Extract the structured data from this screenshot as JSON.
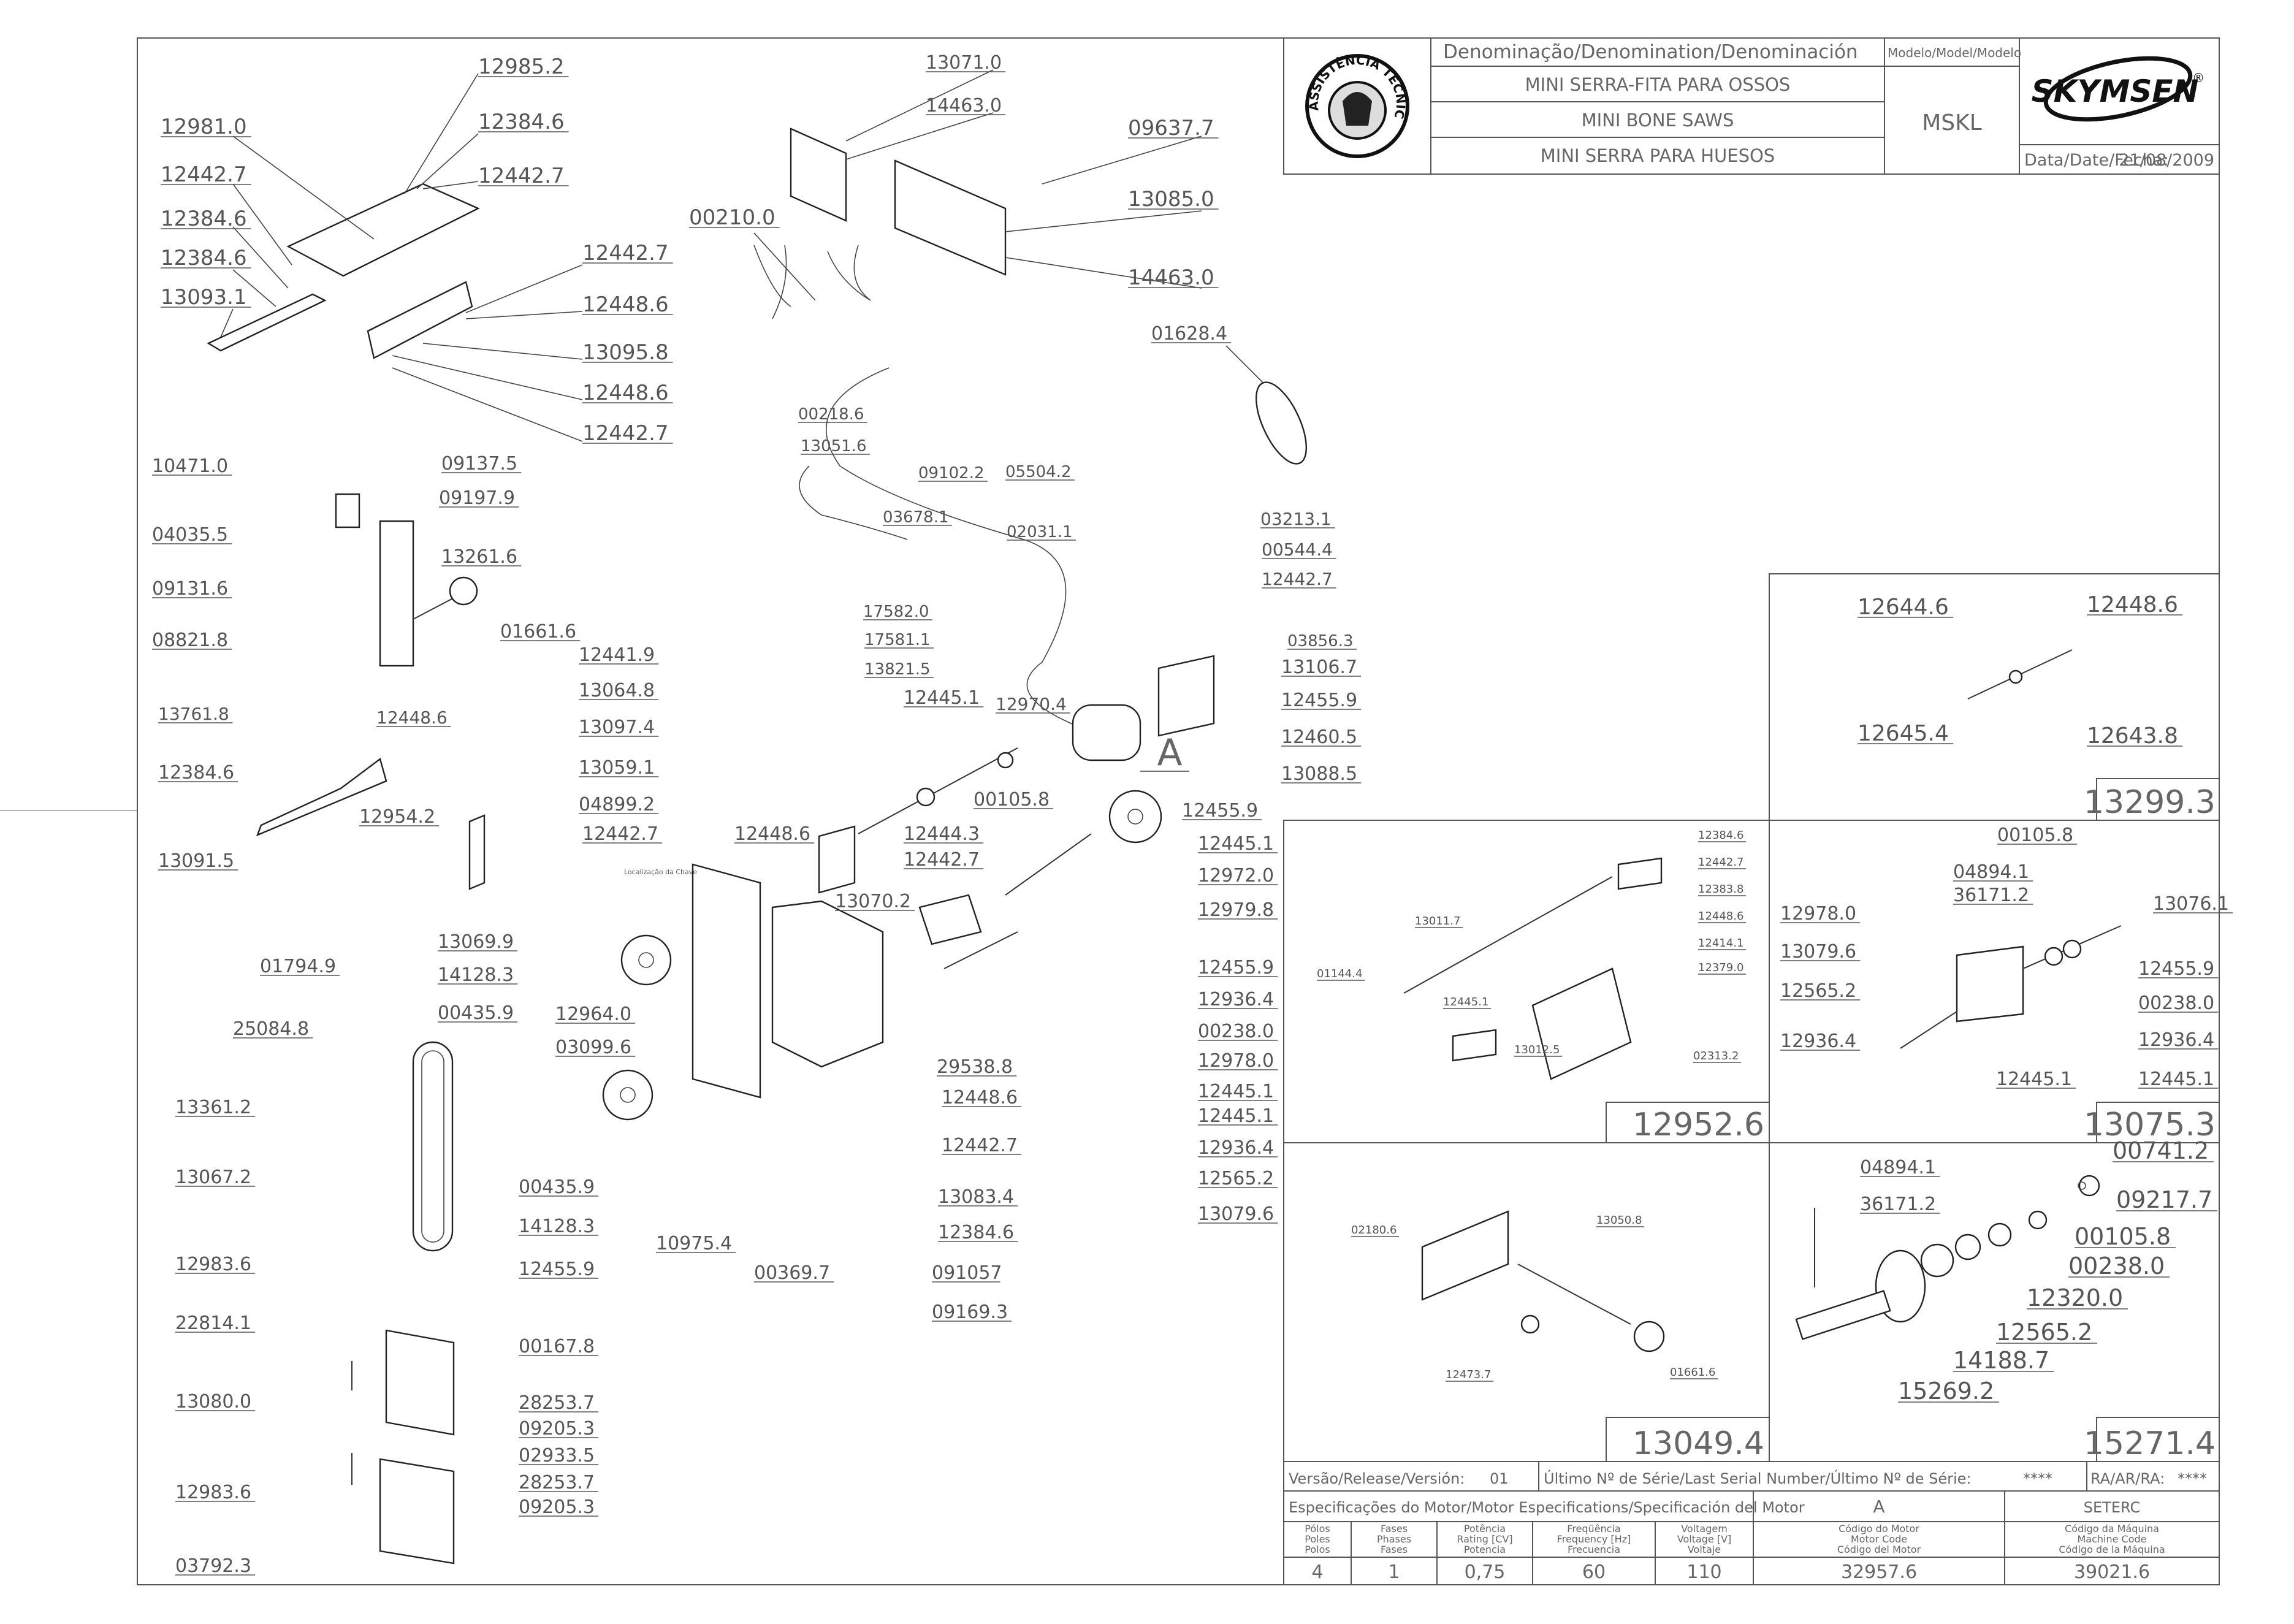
{
  "title_block": {
    "denomination_header": "Denominação/Denomination/Denominación",
    "model_header": "Modelo/Model/Modelo",
    "name_pt": "MINI SERRA-FITA PARA OSSOS",
    "name_en": "MINI BONE SAWS",
    "name_es": "MINI SERRA PARA HUESOS",
    "model": "MSKL",
    "brand": "SKYMSEN",
    "brand_mark": "®",
    "date_label": "Data/Date/Fecha:",
    "date": "21/08/2009",
    "seal_text": "ASSISTÊNCIA TÉCNICA AUTORIZADA"
  },
  "footer": {
    "version_label": "Versão/Release/Versión:",
    "version": "01",
    "last_serial_label": "Último Nº de Série/Last Serial Number/Último Nº de Série:",
    "last_serial": "****",
    "ra_label": "RA/AR/RA:",
    "ra": "****",
    "motor_spec_label": "Especificações do Motor/Motor Especifications/Specificación del Motor",
    "col_a": "A",
    "col_seterc": "SETERC",
    "columns": [
      {
        "h1": "Pólos",
        "h2": "Poles",
        "h3": "Polos",
        "value": "4"
      },
      {
        "h1": "Fases",
        "h2": "Phases",
        "h3": "Fases",
        "value": "1"
      },
      {
        "h1": "Potência",
        "h2": "Rating [CV]",
        "h3": "Potencia",
        "value": "0,75"
      },
      {
        "h1": "Freqüência",
        "h2": "Frequency [Hz]",
        "h3": "Frecuencia",
        "value": "60"
      },
      {
        "h1": "Voltagem",
        "h2": "Voltage [V]",
        "h3": "Voltaje",
        "value": "110"
      },
      {
        "h1": "Código do Motor",
        "h2": "Motor Code",
        "h3": "Código del Motor",
        "value": "32957.6"
      },
      {
        "h1": "Código da Máquina",
        "h2": "Machine Code",
        "h3": "Código de la Máquina",
        "value": "39021.6"
      }
    ]
  },
  "detail_titles": {
    "d13299": "13299.3",
    "d12952": "12952.6",
    "d13075": "13075.3",
    "d13049": "13049.4",
    "d15271": "15271.4"
  },
  "motor_letter": "A",
  "switch_note": "Localização da Chave",
  "callouts": [
    {
      "id": "c1",
      "text": "12985.2"
    },
    {
      "id": "c2",
      "text": "12981.0"
    },
    {
      "id": "c3",
      "text": "12384.6"
    },
    {
      "id": "c4",
      "text": "12442.7"
    },
    {
      "id": "c5",
      "text": "12442.7"
    },
    {
      "id": "c6",
      "text": "12384.6"
    },
    {
      "id": "c7",
      "text": "12384.6"
    },
    {
      "id": "c8",
      "text": "12442.7"
    },
    {
      "id": "c9",
      "text": "13093.1"
    },
    {
      "id": "c10",
      "text": "12448.6"
    },
    {
      "id": "c11",
      "text": "13095.8"
    },
    {
      "id": "c12",
      "text": "12448.6"
    },
    {
      "id": "c13",
      "text": "12442.7"
    },
    {
      "id": "c14",
      "text": "13071.0"
    },
    {
      "id": "c15",
      "text": "14463.0"
    },
    {
      "id": "c16",
      "text": "09637.7"
    },
    {
      "id": "c17",
      "text": "00210.0"
    },
    {
      "id": "c18",
      "text": "13085.0"
    },
    {
      "id": "c19",
      "text": "14463.0"
    },
    {
      "id": "c20",
      "text": "01628.4"
    },
    {
      "id": "c21",
      "text": "00218.6"
    },
    {
      "id": "c22",
      "text": "13051.6"
    },
    {
      "id": "c23",
      "text": "09102.2"
    },
    {
      "id": "c24",
      "text": "05504.2"
    },
    {
      "id": "c25",
      "text": "03678.1"
    },
    {
      "id": "c26",
      "text": "02031.1"
    },
    {
      "id": "c27",
      "text": "10471.0"
    },
    {
      "id": "c28",
      "text": "09137.5"
    },
    {
      "id": "c29",
      "text": "09197.9"
    },
    {
      "id": "c30",
      "text": "04035.5"
    },
    {
      "id": "c31",
      "text": "13261.6"
    },
    {
      "id": "c32",
      "text": "09131.6"
    },
    {
      "id": "c33",
      "text": "01661.6"
    },
    {
      "id": "c34",
      "text": "08821.8"
    },
    {
      "id": "c35",
      "text": "03213.1"
    },
    {
      "id": "c36",
      "text": "00544.4"
    },
    {
      "id": "c37",
      "text": "12442.7"
    },
    {
      "id": "c38",
      "text": "03856.3"
    },
    {
      "id": "c39",
      "text": "13106.7"
    },
    {
      "id": "c40",
      "text": "12455.9"
    },
    {
      "id": "c41",
      "text": "12460.5"
    },
    {
      "id": "c42",
      "text": "13088.5"
    },
    {
      "id": "c43",
      "text": "17582.0"
    },
    {
      "id": "c44",
      "text": "17581.1"
    },
    {
      "id": "c45",
      "text": "13821.5"
    },
    {
      "id": "c46",
      "text": "12445.1"
    },
    {
      "id": "c47",
      "text": "12970.4"
    },
    {
      "id": "c48",
      "text": "12441.9"
    },
    {
      "id": "c49",
      "text": "13064.8"
    },
    {
      "id": "c50",
      "text": "13097.4"
    },
    {
      "id": "c51",
      "text": "13059.1"
    },
    {
      "id": "c52",
      "text": "04899.2"
    },
    {
      "id": "c53",
      "text": "12442.7"
    },
    {
      "id": "c54",
      "text": "12448.6"
    },
    {
      "id": "c55",
      "text": "12444.3"
    },
    {
      "id": "c56",
      "text": "12442.7"
    },
    {
      "id": "c57",
      "text": "00105.8"
    },
    {
      "id": "c58",
      "text": "12455.9"
    },
    {
      "id": "c59",
      "text": "12445.1"
    },
    {
      "id": "c60",
      "text": "12972.0"
    },
    {
      "id": "c61",
      "text": "12979.8"
    },
    {
      "id": "c62",
      "text": "13761.8"
    },
    {
      "id": "c63",
      "text": "12448.6"
    },
    {
      "id": "c64",
      "text": "12384.6"
    },
    {
      "id": "c65",
      "text": "12954.2"
    },
    {
      "id": "c66",
      "text": "13091.5"
    },
    {
      "id": "c67",
      "text": "13070.2"
    },
    {
      "id": "c68",
      "text": "12455.9"
    },
    {
      "id": "c69",
      "text": "12936.4"
    },
    {
      "id": "c70",
      "text": "00238.0"
    },
    {
      "id": "c71",
      "text": "12978.0"
    },
    {
      "id": "c72",
      "text": "12445.1"
    },
    {
      "id": "c73",
      "text": "12445.1"
    },
    {
      "id": "c74",
      "text": "12936.4"
    },
    {
      "id": "c75",
      "text": "12565.2"
    },
    {
      "id": "c76",
      "text": "13079.6"
    },
    {
      "id": "c77",
      "text": "13069.9"
    },
    {
      "id": "c78",
      "text": "14128.3"
    },
    {
      "id": "c79",
      "text": "00435.9"
    },
    {
      "id": "c80",
      "text": "12964.0"
    },
    {
      "id": "c81",
      "text": "03099.6"
    },
    {
      "id": "c82",
      "text": "01794.9"
    },
    {
      "id": "c83",
      "text": "25084.8"
    },
    {
      "id": "c84",
      "text": "29538.8"
    },
    {
      "id": "c85",
      "text": "12448.6"
    },
    {
      "id": "c86",
      "text": "12442.7"
    },
    {
      "id": "c87",
      "text": "13361.2"
    },
    {
      "id": "c88",
      "text": "13083.4"
    },
    {
      "id": "c89",
      "text": "12384.6"
    },
    {
      "id": "c90",
      "text": "13067.2"
    },
    {
      "id": "c91",
      "text": "00435.9"
    },
    {
      "id": "c92",
      "text": "14128.3"
    },
    {
      "id": "c93",
      "text": "10975.4"
    },
    {
      "id": "c94",
      "text": "00369.7"
    },
    {
      "id": "c95",
      "text": "091057"
    },
    {
      "id": "c96",
      "text": "12455.9"
    },
    {
      "id": "c97",
      "text": "09169.3"
    },
    {
      "id": "c98",
      "text": "12983.6"
    },
    {
      "id": "c99",
      "text": "22814.1"
    },
    {
      "id": "c100",
      "text": "00167.8"
    },
    {
      "id": "c101",
      "text": "28253.7"
    },
    {
      "id": "c102",
      "text": "09205.3"
    },
    {
      "id": "c103",
      "text": "13080.0"
    },
    {
      "id": "c104",
      "text": "02933.5"
    },
    {
      "id": "c105",
      "text": "28253.7"
    },
    {
      "id": "c106",
      "text": "12983.6"
    },
    {
      "id": "c107",
      "text": "09205.3"
    },
    {
      "id": "c108",
      "text": "03792.3"
    },
    {
      "id": "c109",
      "text": "12644.6"
    },
    {
      "id": "c110",
      "text": "12448.6"
    },
    {
      "id": "c111",
      "text": "12645.4"
    },
    {
      "id": "c112",
      "text": "12643.8"
    },
    {
      "id": "c113",
      "text": "12384.6"
    },
    {
      "id": "c114",
      "text": "12442.7"
    },
    {
      "id": "c115",
      "text": "12383.8"
    },
    {
      "id": "c116",
      "text": "13011.7"
    },
    {
      "id": "c117",
      "text": "12448.6"
    },
    {
      "id": "c118",
      "text": "12414.1"
    },
    {
      "id": "c119",
      "text": "01144.4"
    },
    {
      "id": "c120",
      "text": "12379.0"
    },
    {
      "id": "c121",
      "text": "12445.1"
    },
    {
      "id": "c122",
      "text": "13012.5"
    },
    {
      "id": "c123",
      "text": "02313.2"
    },
    {
      "id": "c124",
      "text": "00105.8"
    },
    {
      "id": "c125",
      "text": "04894.1"
    },
    {
      "id": "c126",
      "text": "36171.2"
    },
    {
      "id": "c127",
      "text": "13076.1"
    },
    {
      "id": "c128",
      "text": "12978.0"
    },
    {
      "id": "c129",
      "text": "13079.6"
    },
    {
      "id": "c130",
      "text": "12455.9"
    },
    {
      "id": "c131",
      "text": "12565.2"
    },
    {
      "id": "c132",
      "text": "00238.0"
    },
    {
      "id": "c133",
      "text": "12936.4"
    },
    {
      "id": "c134",
      "text": "12936.4"
    },
    {
      "id": "c135",
      "text": "12445.1"
    },
    {
      "id": "c136",
      "text": "12445.1"
    },
    {
      "id": "c137",
      "text": "13050.8"
    },
    {
      "id": "c138",
      "text": "02180.6"
    },
    {
      "id": "c139",
      "text": "12473.7"
    },
    {
      "id": "c140",
      "text": "01661.6"
    },
    {
      "id": "c141",
      "text": "04894.1"
    },
    {
      "id": "c142",
      "text": "00741.2"
    },
    {
      "id": "c143",
      "text": "36171.2"
    },
    {
      "id": "c144",
      "text": "09217.7"
    },
    {
      "id": "c145",
      "text": "00105.8"
    },
    {
      "id": "c146",
      "text": "00238.0"
    },
    {
      "id": "c147",
      "text": "12320.0"
    },
    {
      "id": "c148",
      "text": "12565.2"
    },
    {
      "id": "c149",
      "text": "14188.7"
    },
    {
      "id": "c150",
      "text": "15269.2"
    }
  ]
}
